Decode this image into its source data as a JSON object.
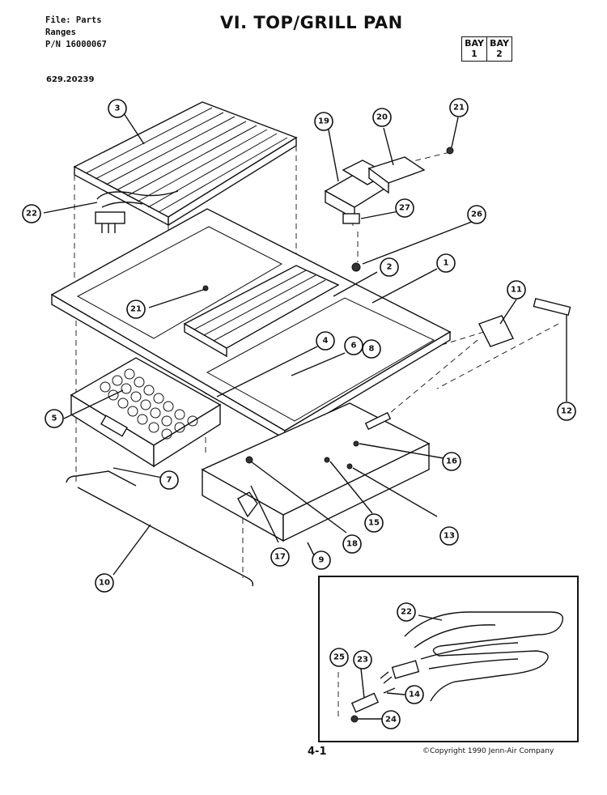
{
  "header": {
    "file_line": "File: Parts",
    "category_line": "Ranges",
    "pn_line": "P/N 16000067",
    "title": "VI. TOP/GRILL PAN",
    "bay_1_label": "BAY",
    "bay_1_num": "1",
    "bay_2_label": "BAY",
    "bay_2_num": "2",
    "model_no": "629.20239"
  },
  "footer": {
    "page_number": "4-1",
    "copyright": "©Copyright 1990 Jenn-Air Company"
  },
  "callouts": [
    "1",
    "2",
    "3",
    "4",
    "5",
    "6",
    "7",
    "8",
    "9",
    "10",
    "11",
    "12",
    "13",
    "14",
    "15",
    "16",
    "17",
    "18",
    "19",
    "20",
    "21",
    "21",
    "22",
    "22",
    "23",
    "24",
    "25",
    "26",
    "27"
  ]
}
